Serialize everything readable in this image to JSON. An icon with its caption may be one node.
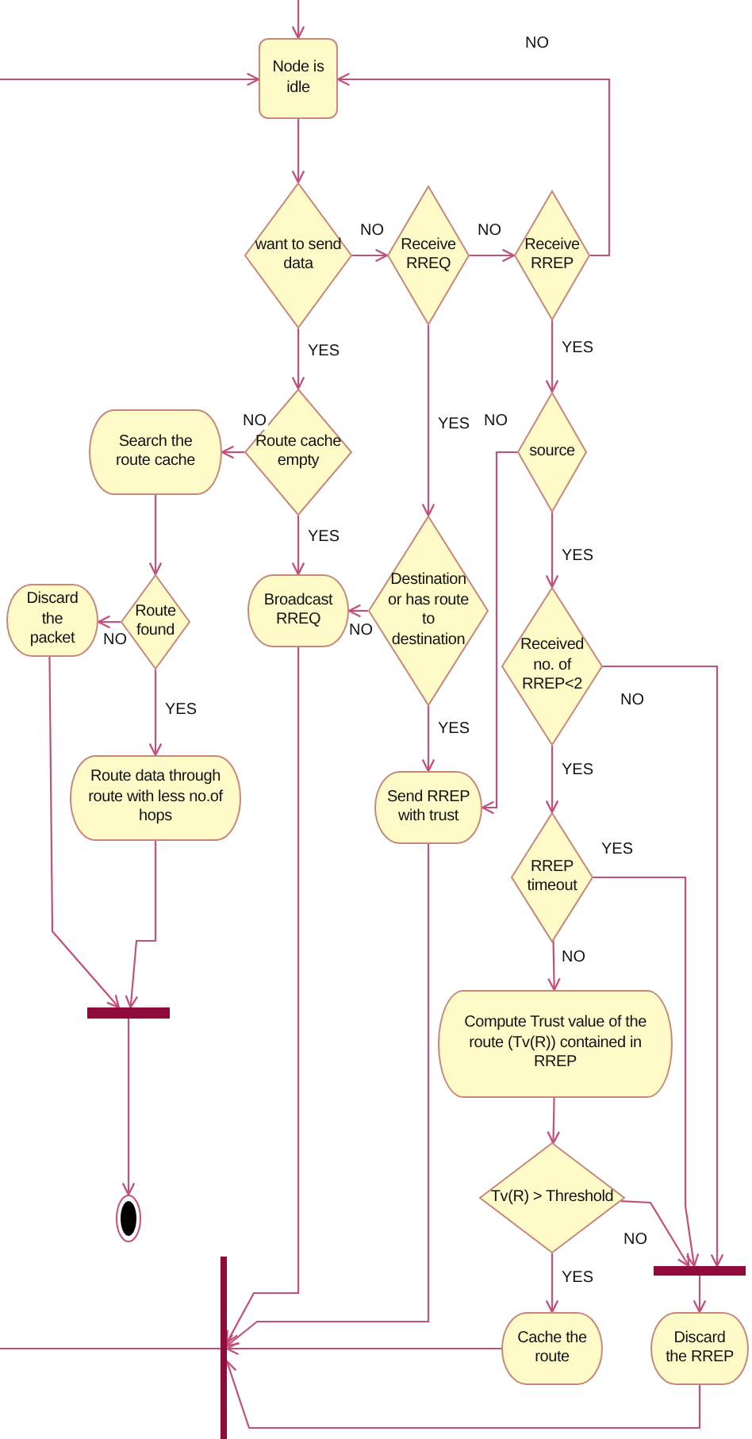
{
  "diagram": {
    "nodes": [
      {
        "text": [
          "Node is idle"
        ]
      },
      {
        "text": [
          "want to send data"
        ]
      },
      {
        "text": [
          "Receive RREQ"
        ]
      },
      {
        "text": [
          "Receive RREP"
        ]
      },
      {
        "text": [
          "Route cache empty"
        ]
      },
      {
        "text": [
          "Search the route cache"
        ]
      },
      {
        "text": [
          "source"
        ]
      },
      {
        "text": [
          "Route found"
        ]
      },
      {
        "text": [
          "Discard the packet"
        ]
      },
      {
        "text": [
          "Broadcast RREQ"
        ]
      },
      {
        "text": [
          "Destination or has route to destination"
        ]
      },
      {
        "text": [
          "Received no. of RREP<2"
        ]
      },
      {
        "text": [
          "Route data through route with less no.of hops"
        ]
      },
      {
        "text": [
          "Send RREP with trust"
        ]
      },
      {
        "text": [
          "RREP timeout"
        ]
      },
      {
        "text": [],
        "shape": "bar"
      },
      {
        "text": [
          "Compute Trust value of the route (Tv(R)) contained in RREP"
        ]
      },
      {
        "text": [],
        "shape": "circle"
      },
      {
        "text": [
          "Tv(R) > Threshold"
        ]
      },
      {
        "text": [],
        "shape": "bar"
      },
      {
        "text": [
          "Cache the route"
        ]
      },
      {
        "text": [
          "Discard the RREP"
        ]
      },
      {
        "text": [],
        "shape": "bar"
      }
    ],
    "edges": [
      {
        "from": null,
        "to": 0,
        "arrow": "to"
      },
      {
        "from": null,
        "to": 0,
        "arrow": "to"
      },
      {
        "from": 0,
        "to": 1,
        "arrow": "to"
      },
      {
        "from": 1,
        "to": 2,
        "arrow": "to",
        "label": "NO"
      },
      {
        "from": 2,
        "to": 3,
        "arrow": "to",
        "label": "NO"
      },
      {
        "from": 3,
        "to": 0,
        "arrow": "to",
        "label": "NO"
      },
      {
        "from": 1,
        "to": 4,
        "arrow": "to",
        "label": "YES"
      },
      {
        "from": 3,
        "to": 6,
        "arrow": "to",
        "label": "YES"
      },
      {
        "from": 4,
        "to": 5,
        "arrow": "to",
        "label": "NO"
      },
      {
        "from": 4,
        "to": 9,
        "arrow": "to",
        "label": "YES"
      },
      {
        "from": 2,
        "to": 10,
        "arrow": "to",
        "label": "YES"
      },
      {
        "from": 6,
        "to": 13,
        "arrow": "to",
        "label": "NO"
      },
      {
        "from": 6,
        "to": 11,
        "arrow": "to",
        "label": "YES"
      },
      {
        "from": 5,
        "to": 7,
        "arrow": "to"
      },
      {
        "from": 7,
        "to": 8,
        "arrow": "to",
        "label": "NO"
      },
      {
        "from": 7,
        "to": 12,
        "arrow": "to",
        "label": "YES"
      },
      {
        "from": 10,
        "to": 9,
        "arrow": "to",
        "label": "NO"
      },
      {
        "from": 10,
        "to": 13,
        "arrow": "to",
        "label": "YES"
      },
      {
        "from": 11,
        "to": 14,
        "arrow": "to",
        "label": "YES"
      },
      {
        "from": 11,
        "to": 19,
        "arrow": "to",
        "label": "NO"
      },
      {
        "from": 14,
        "to": 16,
        "arrow": "to",
        "label": "NO"
      },
      {
        "from": 14,
        "to": 19,
        "arrow": "to",
        "label": "YES"
      },
      {
        "from": 8,
        "to": 15,
        "arrow": "to"
      },
      {
        "from": 12,
        "to": 15,
        "arrow": "to"
      },
      {
        "from": 15,
        "to": 17,
        "arrow": "to"
      },
      {
        "from": 16,
        "to": 18,
        "arrow": "to"
      },
      {
        "from": 18,
        "to": 20,
        "arrow": "to",
        "label": "YES"
      },
      {
        "from": 18,
        "to": 19,
        "arrow": "to",
        "label": "NO"
      },
      {
        "from": 19,
        "to": 21,
        "arrow": "to"
      },
      {
        "from": 9,
        "to": 22,
        "arrow": "to"
      },
      {
        "from": 13,
        "to": 22,
        "arrow": "to"
      },
      {
        "from": 20,
        "to": 22,
        "arrow": "to"
      },
      {
        "from": 21,
        "to": 22,
        "arrow": "to"
      },
      {
        "from": 22,
        "to": null,
        "arrow": "none"
      }
    ]
  }
}
